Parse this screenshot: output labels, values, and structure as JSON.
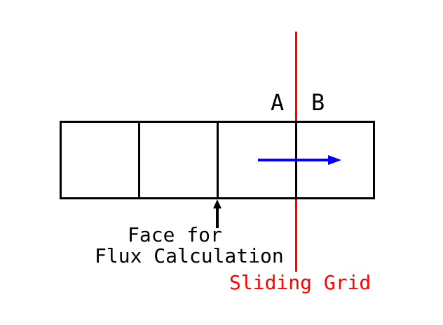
{
  "diagram": {
    "description": "Sliding grid flux calculation schematic",
    "cell_count": 4,
    "labels": {
      "cell_a": "A",
      "cell_b": "B",
      "face_line1": "Face for",
      "face_line2": "Flux Calculation",
      "sliding_grid": "Sliding Grid"
    },
    "icons": {
      "motion_arrow": "right-arrow",
      "face_pointer": "up-arrow"
    },
    "colors": {
      "background": "#ffffff",
      "grid_outline": "#000000",
      "sliding_grid_line": "#ff0000",
      "sliding_grid_text": "#ff0000",
      "motion_arrow": "#0000ff",
      "face_pointer": "#000000",
      "text": "#000000"
    }
  }
}
